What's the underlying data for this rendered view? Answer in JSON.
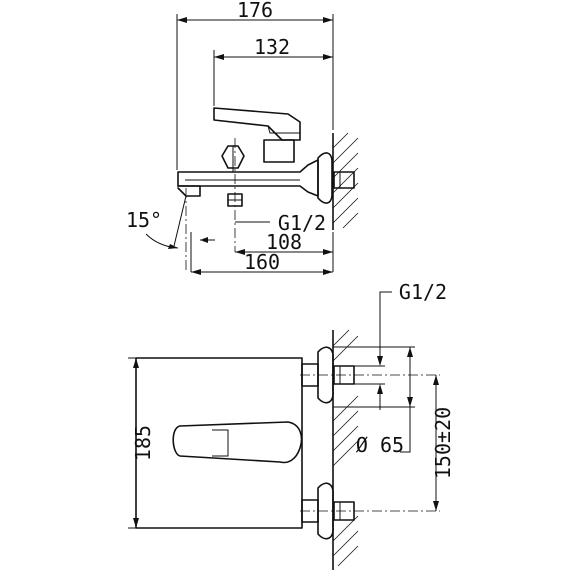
{
  "side_view": {
    "overall_length": "176",
    "lever_length": "132",
    "spout_angle": "15°",
    "thread": "G1/2",
    "outlet_offset": "108",
    "body_length": "160"
  },
  "front_view": {
    "thread": "G1/2",
    "body_height": "185",
    "escutcheon_diameter": "Ø 65",
    "inlet_spacing": "150±20"
  }
}
